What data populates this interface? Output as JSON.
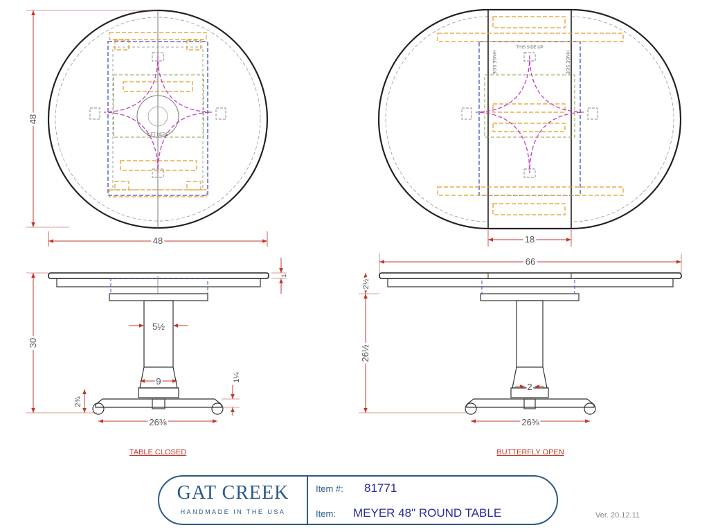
{
  "top_closed": {
    "width_label": "48",
    "height_label": "48",
    "hub_label": "LIFT HERE"
  },
  "top_open": {
    "leaf_label": "18",
    "hinge_left": "HINGE SIDE",
    "hinge_top": "THIS SIDE UP",
    "hinge_right": "HINGE SIDE"
  },
  "side_closed": {
    "height_label": "30",
    "apron_label": "1",
    "column_label": "5½",
    "base_label": "9",
    "foot_height_label": "1¼",
    "foot_label": "2¾",
    "spread_label": "26⅜",
    "caption": "TABLE CLOSED"
  },
  "side_open": {
    "width_label": "66",
    "apron_label": "2½",
    "height_label": "26½",
    "column_label": "2",
    "spread_label": "26⅜",
    "caption": "BUTTERFLY OPEN"
  },
  "title_block": {
    "brand": "GAT CREEK",
    "tagline": "HANDMADE IN THE USA",
    "item_no_label": "Item #:",
    "item_no_value": "81771",
    "item_label": "Item:",
    "item_value": "MEYER 48\" ROUND TABLE"
  },
  "version": "Ver. 20.12.11",
  "colors": {
    "dimension": "#c0392b",
    "outline": "#222222",
    "hidden_orange": "#e69a1e",
    "hidden_blue": "#3a50c8",
    "hidden_magenta": "#c040c0",
    "hidden_green": "#8aa040",
    "brand": "#2a5a8a"
  }
}
